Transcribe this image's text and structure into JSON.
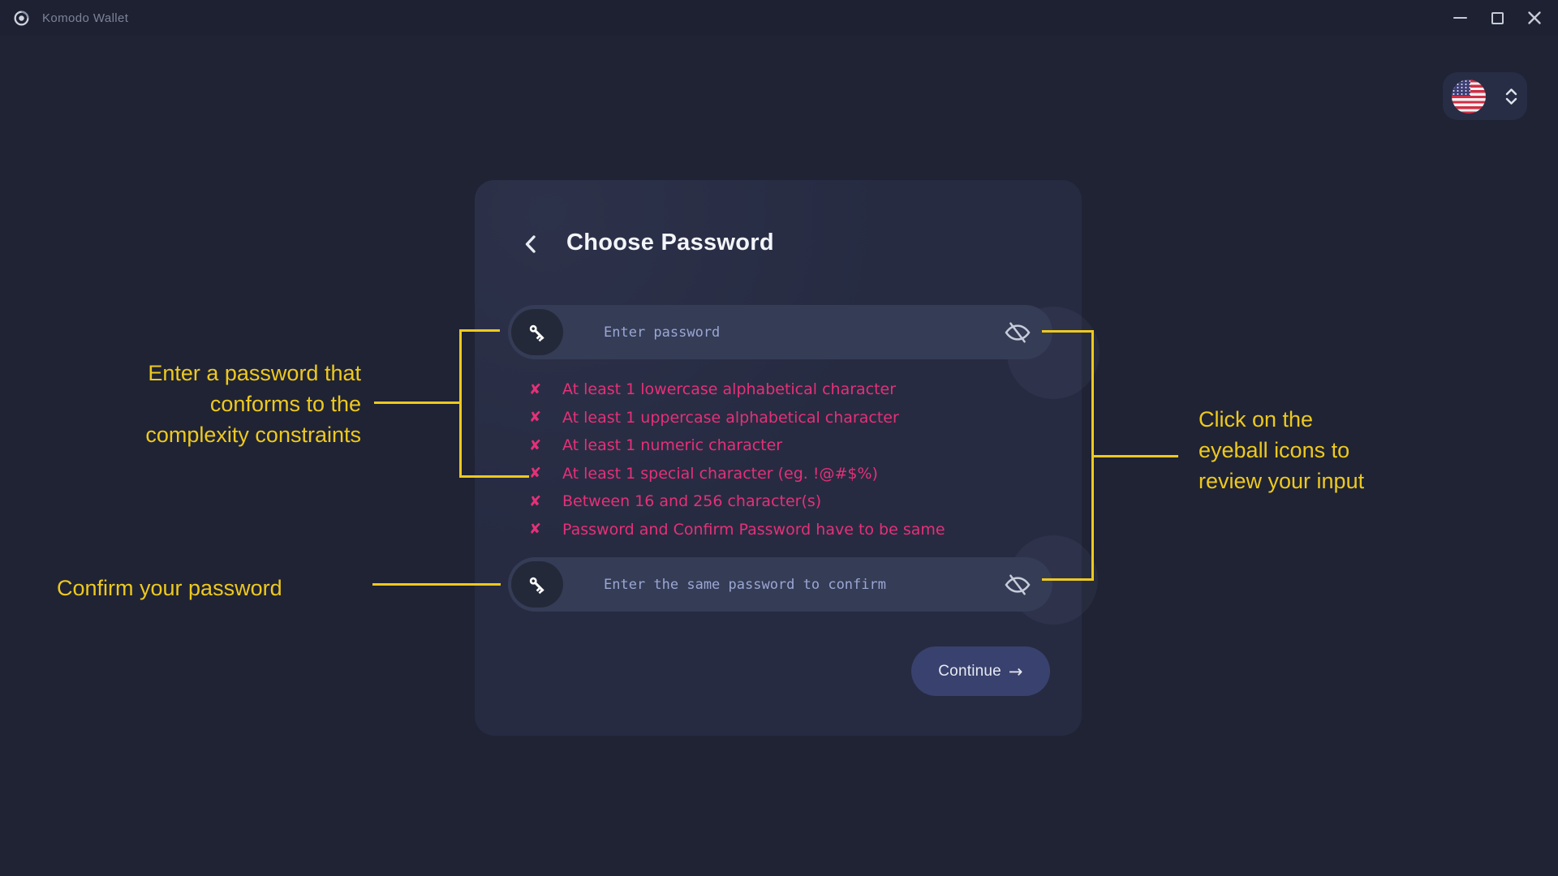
{
  "titlebar": {
    "app_title": "Komodo Wallet"
  },
  "icons": {
    "logo": "komodo-logo",
    "minimize": "minimize",
    "maximize": "maximize",
    "close": "close",
    "flag": "us-flag",
    "language_expander": "chevrons-up-down",
    "back": "chevron-left",
    "key": "key",
    "visibility": "eye-slash"
  },
  "card": {
    "title": "Choose Password",
    "password_field": {
      "placeholder": "Enter password"
    },
    "confirm_field": {
      "placeholder": "Enter the same password to confirm"
    },
    "x_mark": "✘",
    "requirements": [
      "At least 1 lowercase alphabetical character",
      "At least 1 uppercase alphabetical character",
      "At least 1 numeric character",
      "At least 1 special character (eg. !@#$%)",
      "Between 16 and 256 character(s)",
      "Password and Confirm Password have to be same"
    ],
    "continue_button": {
      "label": "Continue",
      "arrow": "→"
    }
  },
  "annotations": {
    "password_note": {
      "line1": "Enter a password that",
      "line2": "conforms to the",
      "line3": "complexity constraints"
    },
    "confirm_note": "Confirm your password",
    "eyeball_note": {
      "line1": "Click on the",
      "line2": "eyeball icons to",
      "line3": "review your input"
    }
  },
  "colors": {
    "page_bg": "#1f2334",
    "card_bg": "#262b42",
    "field_bg": "#353c56",
    "button_bg": "#39426e",
    "accent_yellow": "#eec91e",
    "error_pink": "#e63077"
  }
}
